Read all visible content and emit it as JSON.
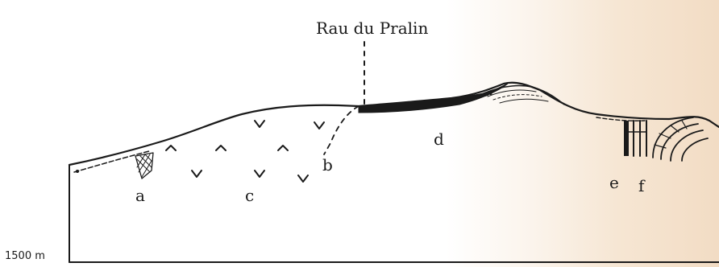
{
  "top_label": "Rau du Pralin",
  "elevation_label": "1500 m",
  "zone_labels": {
    "a": "a",
    "b": "b",
    "c": "c",
    "d": "d",
    "e": "e",
    "f": "f"
  }
}
